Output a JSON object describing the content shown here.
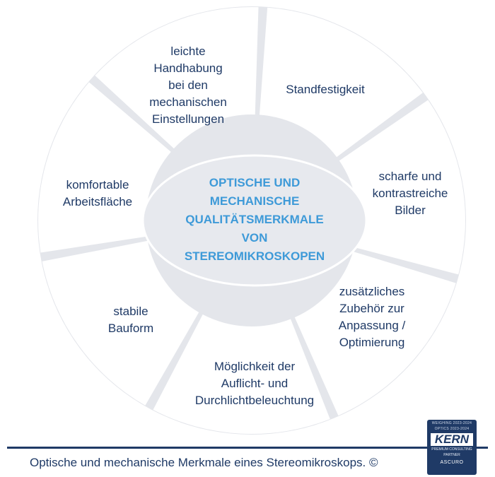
{
  "center_title": [
    "OPTISCHE UND",
    "MECHANISCHE",
    "QUALITÄTSMERKMALE",
    "VON",
    "STEREOMIKROSKOPEN"
  ],
  "segments": [
    {
      "id": "standfestigkeit",
      "lines": [
        "Standfestigkeit"
      ]
    },
    {
      "id": "bilder",
      "lines": [
        "scharfe und",
        "kontrastreiche",
        "Bilder"
      ]
    },
    {
      "id": "zubehoer",
      "lines": [
        "zusätzliches",
        "Zubehör zur",
        "Anpassung /",
        "Optimierung"
      ]
    },
    {
      "id": "beleuchtung",
      "lines": [
        "Möglichkeit der",
        "Auflicht- und",
        "Durchlichtbeleuchtung"
      ]
    },
    {
      "id": "bauform",
      "lines": [
        "stabile",
        "Bauform"
      ]
    },
    {
      "id": "arbeitsflaeche",
      "lines": [
        "komfortable",
        "Arbeitsfläche"
      ]
    },
    {
      "id": "handhabung",
      "lines": [
        "leichte",
        "Handhabung",
        "bei den",
        "mechanischen",
        "Einstellungen"
      ]
    }
  ],
  "caption": "Optische und mechanische Merkmale eines Stereomikroskops. ©",
  "badge": {
    "top1": "WEIGHING 2023-2024",
    "top2": "OPTICS 2023-2024",
    "brand": "KERN",
    "sub1": "PREMIUM CONSULTING",
    "sub2": "PARTNER",
    "bottom": "ASCURO"
  },
  "colors": {
    "navy": "#1f3a66",
    "accent": "#3e9ad8",
    "center_fill": "#e7e9ee",
    "segment_fill": "#ffffff",
    "gap": "#e4e6eb"
  }
}
